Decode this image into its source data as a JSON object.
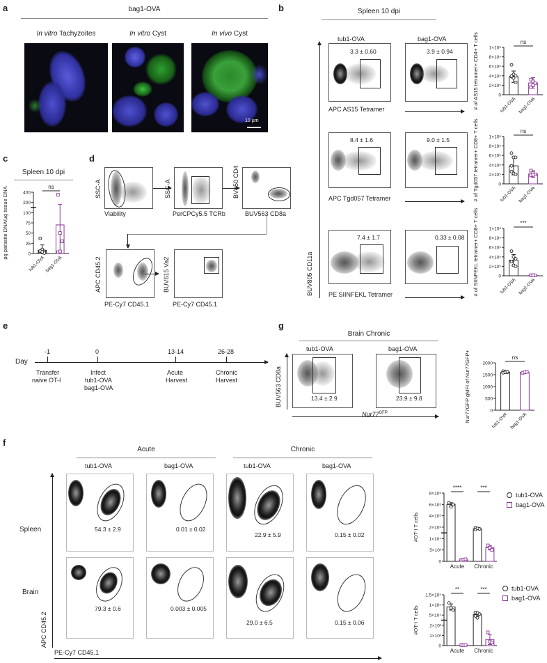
{
  "panel_a": {
    "letter": "a",
    "header": "bag1-OVA",
    "subtitles": [
      {
        "em": "In vitro",
        "rest": " Tachyzoites"
      },
      {
        "em": "In vitro",
        "rest": " Cyst"
      },
      {
        "em": "In vivo",
        "rest": " Cyst"
      }
    ],
    "scale_bar": "10 µm"
  },
  "panel_b": {
    "letter": "b",
    "header": "Spleen 10 dpi",
    "columns": [
      "tub1-OVA",
      "bag1-OVA"
    ],
    "y_axis": "BUV805 CD11a",
    "rows": [
      {
        "x_axis": "APC AS15 Tetramer",
        "values": [
          "3.3 ± 0.60",
          "3.9 ± 0.94"
        ]
      },
      {
        "x_axis": "APC Tgd057 Tetramer",
        "values": [
          "8.4 ± 1.6",
          "9.0 ± 1.5"
        ]
      },
      {
        "x_axis": "PE SIINFEKL Tetramer",
        "values": [
          "7.4 ± 1.7",
          "0.33 ± 0.08"
        ]
      }
    ]
  },
  "panel_c": {
    "letter": "c",
    "header": "Spleen 10 dpi"
  },
  "panel_d": {
    "letter": "d",
    "axes": {
      "p1x": "Viability",
      "p1y": "SSC-A",
      "p2x": "PerCPCy5.5 TCRb",
      "p2y": "SSC-A",
      "p3x": "BUV563 CD8a",
      "p3y": "BV650 CD4",
      "p4x": "PE-Cy7 CD45.1",
      "p4y": "APC CD45.2",
      "p5x": "PE-Cy7 CD45.1",
      "p5y": "BUV615 Va2"
    }
  },
  "panel_e": {
    "letter": "e",
    "day_label": "Day",
    "events": [
      {
        "day": "-1",
        "text1": "Transfer",
        "text2": "naive OT-I"
      },
      {
        "day": "0",
        "text1": "Infect",
        "text2": "tub1-OVA",
        "text3": "bag1-OVA"
      },
      {
        "day": "13-14",
        "text1": "Acute",
        "text2": "Harvest"
      },
      {
        "day": "26-28",
        "text1": "Chronic",
        "text2": "Harvest"
      }
    ]
  },
  "panel_g": {
    "letter": "g",
    "header": "Brain Chronic",
    "columns": [
      "tub1-OVA",
      "bag1-OVA"
    ],
    "y_axis": "BUV563 CD8a",
    "x_axis": "Nur77",
    "x_axis_sup": "GFP",
    "values": [
      "13.4 ± 2.9",
      "23.9 ± 9.8"
    ]
  },
  "panel_f": {
    "letter": "f",
    "groups": [
      "Acute",
      "Chronic"
    ],
    "columns": [
      "tub1-OVA",
      "bag1-OVA",
      "tub1-OVA",
      "bag1-OVA"
    ],
    "rows": [
      "Spleen",
      "Brain"
    ],
    "y_axis": "APC CD45.2",
    "x_axis": "PE-Cy7 CD45.1",
    "values": [
      [
        "54.3 ± 2.9",
        "0.01 ± 0.02",
        "22.9 ± 5.9",
        "0.15 ± 0.02"
      ],
      [
        "79.3 ± 0.6",
        "0.003 ± 0.005",
        "29.0 ± 6.5",
        "0.15 ± 0.06"
      ]
    ],
    "legend": [
      {
        "label": "tub1-OVA",
        "marker": "circle"
      },
      {
        "label": "bag1-OVA",
        "marker": "square"
      }
    ]
  },
  "colors": {
    "tub1": "#222222",
    "bag1": "#8a3a96"
  },
  "chart_data": [
    {
      "id": "b1",
      "type": "bar",
      "ylabel": "# of AS15 tetramer+ CD4+ T cells",
      "ticks": [
        [
          0,
          "0"
        ],
        [
          200000,
          "2×10⁵"
        ],
        [
          400000,
          "4×10⁵"
        ],
        [
          600000,
          "6×10⁵"
        ],
        [
          800000,
          "8×10⁵"
        ],
        [
          1000000,
          "1×10⁶"
        ]
      ],
      "categories": [
        "tub1-OVA",
        "bag1-OVA"
      ],
      "rotate_labels": true,
      "bars": [
        {
          "cat": 0,
          "series": "tub1-OVA",
          "mean": 380000,
          "sd": 120000,
          "points": [
            630000,
            430000,
            400000,
            380000,
            350000,
            260000,
            390000
          ]
        },
        {
          "cat": 1,
          "series": "bag1-OVA",
          "mean": 250000,
          "sd": 110000,
          "points": [
            320000,
            280000,
            240000,
            160000,
            200000
          ]
        }
      ],
      "significance": [
        {
          "from": 0,
          "to": 1,
          "label": "ns"
        }
      ]
    },
    {
      "id": "b2",
      "type": "bar",
      "ylabel": "# of Tgd057 tetramer+ CD8+ T cells",
      "ticks": [
        [
          0,
          "0"
        ],
        [
          200000,
          "2×10⁵"
        ],
        [
          400000,
          "4×10⁵"
        ],
        [
          600000,
          "6×10⁵"
        ],
        [
          800000,
          "8×10⁵"
        ],
        [
          1000000,
          "1×10⁶"
        ]
      ],
      "categories": [
        "tub1-OVA",
        "bag1-OVA"
      ],
      "rotate_labels": true,
      "bars": [
        {
          "cat": 0,
          "series": "tub1-OVA",
          "mean": 380000,
          "sd": 190000,
          "points": [
            650000,
            560000,
            560000,
            380000,
            220000,
            200000,
            260000
          ]
        },
        {
          "cat": 1,
          "series": "bag1-OVA",
          "mean": 210000,
          "sd": 70000,
          "points": [
            280000,
            230000,
            200000,
            180000,
            190000
          ]
        }
      ],
      "significance": [
        {
          "from": 0,
          "to": 1,
          "label": "ns"
        }
      ]
    },
    {
      "id": "b3",
      "type": "bar",
      "ylabel": "# of SIINFEKL tetramer+ CD8+ T cells",
      "ticks": [
        [
          0,
          "0"
        ],
        [
          200000,
          "2×10⁵"
        ],
        [
          400000,
          "4×10⁵"
        ],
        [
          600000,
          "6×10⁵"
        ],
        [
          800000,
          "8×10⁵"
        ],
        [
          1000000,
          "1×10⁶"
        ]
      ],
      "categories": [
        "tub1-OVA",
        "bag1-OVA"
      ],
      "rotate_labels": true,
      "bars": [
        {
          "cat": 0,
          "series": "tub1-OVA",
          "mean": 330000,
          "sd": 120000,
          "points": [
            520000,
            400000,
            360000,
            300000,
            220000,
            200000,
            300000
          ]
        },
        {
          "cat": 1,
          "series": "bag1-OVA",
          "mean": 10000,
          "sd": 5000,
          "points": [
            10000,
            12000,
            8000,
            10000,
            11000
          ]
        }
      ],
      "significance": [
        {
          "from": 0,
          "to": 1,
          "label": "***"
        }
      ]
    },
    {
      "id": "c",
      "type": "bar",
      "ylabel": "pg parasite DNA/µg tissue DNA",
      "ticks": [
        [
          0,
          "0"
        ],
        [
          25,
          "25"
        ],
        [
          50,
          "50"
        ],
        [
          75,
          "75"
        ],
        [
          100,
          "100"
        ],
        [
          200,
          "200"
        ],
        [
          400,
          "400"
        ]
      ],
      "axis_break_after": 100,
      "categories": [
        "tub1-OVA",
        "bag1-OVA"
      ],
      "rotate_labels": true,
      "bars": [
        {
          "cat": 0,
          "series": "tub1-OVA",
          "mean": 8,
          "sd": 13,
          "points": [
            37,
            10,
            5,
            3,
            2,
            1,
            6,
            4
          ]
        },
        {
          "cat": 1,
          "series": "bag1-OVA",
          "mean": 70,
          "sd": 110,
          "points": [
            350,
            50,
            30,
            3,
            5
          ]
        }
      ],
      "significance": [
        {
          "from": 0,
          "to": 1,
          "label": "ns"
        }
      ]
    },
    {
      "id": "g",
      "type": "bar",
      "ylabel": "Nur77GFP gMFI of Nur77GFP+",
      "ticks": [
        [
          0,
          "0"
        ],
        [
          500,
          "500"
        ],
        [
          1000,
          "1000"
        ],
        [
          1500,
          "1500"
        ],
        [
          2000,
          "2000"
        ]
      ],
      "categories": [
        "tub1-OVA",
        "bag1-OVA"
      ],
      "rotate_labels": true,
      "bars": [
        {
          "cat": 0,
          "series": "tub1-OVA",
          "mean": 1610,
          "sd": 40,
          "points": [
            1650,
            1620,
            1600,
            1580,
            1600,
            1630
          ]
        },
        {
          "cat": 1,
          "series": "bag1-OVA",
          "mean": 1600,
          "sd": 25,
          "points": [
            1580,
            1600,
            1620
          ]
        }
      ],
      "significance": [
        {
          "from": 0,
          "to": 1,
          "label": "ns"
        }
      ]
    },
    {
      "id": "f1",
      "type": "bar",
      "ylabel": "#OT-I T cells",
      "ticks": [
        [
          0,
          "0"
        ],
        [
          5000,
          "5×10³"
        ],
        [
          10000,
          "1×10⁴"
        ],
        [
          2000000,
          "2×10⁶"
        ],
        [
          4000000,
          "4×10⁶"
        ],
        [
          6000000,
          "6×10⁶"
        ],
        [
          8000000,
          "8×10⁶"
        ]
      ],
      "axis_break_after": 10000,
      "categories": [
        "Acute",
        "Chronic"
      ],
      "rotate_labels": false,
      "bars": [
        {
          "cat": 0,
          "series": "tub1-OVA",
          "mean": 6000000,
          "sd": 300000,
          "points": [
            6300000,
            5600000,
            6000000
          ]
        },
        {
          "cat": 0,
          "series": "bag1-OVA",
          "mean": 700,
          "sd": 200,
          "points": [
            600,
            800,
            900
          ]
        },
        {
          "cat": 1,
          "series": "tub1-OVA",
          "mean": 1700000,
          "sd": 150000,
          "points": [
            1900000,
            1800000,
            1700000,
            1600000,
            1800000
          ]
        },
        {
          "cat": 1,
          "series": "bag1-OVA",
          "mean": 6000,
          "sd": 1000,
          "points": [
            7000,
            6000,
            5000
          ]
        }
      ],
      "significance": [
        {
          "cat": 0,
          "label": "****"
        },
        {
          "cat": 1,
          "label": "***"
        }
      ]
    },
    {
      "id": "f2",
      "type": "bar",
      "ylabel": "#OT-I T cells",
      "ticks": [
        [
          0,
          "0"
        ],
        [
          1000,
          "1×10³"
        ],
        [
          2000,
          "2×10³"
        ],
        [
          50000,
          "5×10⁴"
        ],
        [
          100000,
          "1×10⁵"
        ],
        [
          150000,
          "1.5×10⁵"
        ]
      ],
      "axis_break_after": 2000,
      "categories": [
        "Acute",
        "Chronic"
      ],
      "rotate_labels": false,
      "bars": [
        {
          "cat": 0,
          "series": "tub1-OVA",
          "mean": 90000,
          "sd": 15000,
          "points": [
            110000,
            85000,
            75000
          ]
        },
        {
          "cat": 0,
          "series": "bag1-OVA",
          "mean": 50,
          "sd": 10,
          "points": [
            50,
            50,
            50
          ]
        },
        {
          "cat": 1,
          "series": "tub1-OVA",
          "mean": 53000,
          "sd": 8000,
          "points": [
            63000,
            60000,
            55000,
            46000,
            37000
          ]
        },
        {
          "cat": 1,
          "series": "bag1-OVA",
          "mean": 600,
          "sd": 500,
          "points": [
            1300,
            400,
            300
          ]
        }
      ],
      "significance": [
        {
          "cat": 0,
          "label": "**"
        },
        {
          "cat": 1,
          "label": "***"
        }
      ]
    }
  ]
}
